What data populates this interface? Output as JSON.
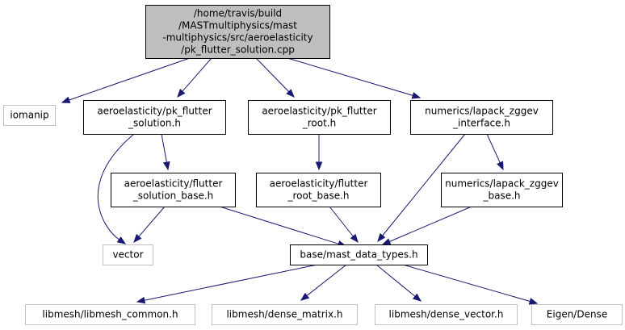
{
  "graph": {
    "colors": {
      "edge": "#191970",
      "root_fill": "#bfbfbf",
      "root_stroke": "#000000",
      "normal_stroke": "#000000",
      "external_stroke": "#bfbfbf",
      "node_fill": "#ffffff",
      "external_text": "#000000"
    },
    "nodes": [
      {
        "id": "root",
        "kind": "root",
        "lines": [
          "/home/travis/build",
          "/MASTmultiphysics/mast",
          "-multiphysics/src/aeroelasticity",
          "/pk_flutter_solution.cpp"
        ]
      },
      {
        "id": "iomanip",
        "kind": "external",
        "lines": [
          "iomanip"
        ]
      },
      {
        "id": "pk_flutter_solution_h",
        "kind": "normal",
        "lines": [
          "aeroelasticity/pk_flutter",
          "_solution.h"
        ]
      },
      {
        "id": "pk_flutter_root_h",
        "kind": "normal",
        "lines": [
          "aeroelasticity/pk_flutter",
          "_root.h"
        ]
      },
      {
        "id": "lapack_zggev_interface_h",
        "kind": "normal",
        "lines": [
          "numerics/lapack_zggev",
          "_interface.h"
        ]
      },
      {
        "id": "flutter_solution_base_h",
        "kind": "normal",
        "lines": [
          "aeroelasticity/flutter",
          "_solution_base.h"
        ]
      },
      {
        "id": "flutter_root_base_h",
        "kind": "normal",
        "lines": [
          "aeroelasticity/flutter",
          "_root_base.h"
        ]
      },
      {
        "id": "lapack_zggev_base_h",
        "kind": "normal",
        "lines": [
          "numerics/lapack_zggev",
          "_base.h"
        ]
      },
      {
        "id": "vector",
        "kind": "external",
        "lines": [
          "vector"
        ]
      },
      {
        "id": "mast_data_types_h",
        "kind": "normal",
        "lines": [
          "base/mast_data_types.h"
        ]
      },
      {
        "id": "libmesh_common_h",
        "kind": "external",
        "lines": [
          "libmesh/libmesh_common.h"
        ]
      },
      {
        "id": "dense_matrix_h",
        "kind": "external",
        "lines": [
          "libmesh/dense_matrix.h"
        ]
      },
      {
        "id": "dense_vector_h",
        "kind": "external",
        "lines": [
          "libmesh/dense_vector.h"
        ]
      },
      {
        "id": "eigen_dense",
        "kind": "external",
        "lines": [
          "Eigen/Dense"
        ]
      }
    ],
    "edges": [
      [
        "root",
        "iomanip"
      ],
      [
        "root",
        "pk_flutter_solution_h"
      ],
      [
        "root",
        "pk_flutter_root_h"
      ],
      [
        "root",
        "lapack_zggev_interface_h"
      ],
      [
        "pk_flutter_solution_h",
        "flutter_solution_base_h"
      ],
      [
        "pk_flutter_solution_h",
        "vector"
      ],
      [
        "pk_flutter_root_h",
        "flutter_root_base_h"
      ],
      [
        "lapack_zggev_interface_h",
        "mast_data_types_h"
      ],
      [
        "lapack_zggev_interface_h",
        "lapack_zggev_base_h"
      ],
      [
        "flutter_solution_base_h",
        "vector"
      ],
      [
        "flutter_solution_base_h",
        "mast_data_types_h"
      ],
      [
        "flutter_root_base_h",
        "mast_data_types_h"
      ],
      [
        "lapack_zggev_base_h",
        "mast_data_types_h"
      ],
      [
        "mast_data_types_h",
        "libmesh_common_h"
      ],
      [
        "mast_data_types_h",
        "dense_matrix_h"
      ],
      [
        "mast_data_types_h",
        "dense_vector_h"
      ],
      [
        "mast_data_types_h",
        "eigen_dense"
      ]
    ]
  }
}
